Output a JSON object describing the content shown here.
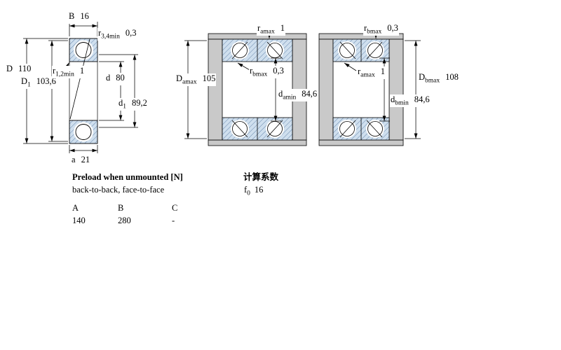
{
  "colors": {
    "bearing_fill": "#cfdfee",
    "hatch_line": "#5d7ea6",
    "housing_grey": "#c9c9c9",
    "outline": "#000000"
  },
  "diagram_left": {
    "B": {
      "sym": "B",
      "sub": "",
      "val": "16"
    },
    "r34": {
      "sym": "r",
      "sub": "3,4min",
      "val": "0,3"
    },
    "D": {
      "sym": "D",
      "sub": "",
      "val": "110"
    },
    "D1": {
      "sym": "D",
      "sub": "1",
      "val": "103,6"
    },
    "r12": {
      "sym": "r",
      "sub": "1,2min",
      "val": "1"
    },
    "d": {
      "sym": "d",
      "sub": "",
      "val": "80"
    },
    "d1": {
      "sym": "d",
      "sub": "1",
      "val": "89,2"
    },
    "a": {
      "sym": "a",
      "sub": "",
      "val": "21"
    }
  },
  "diagram_mid": {
    "ramax": {
      "sym": "r",
      "sub": "amax",
      "val": "1"
    },
    "Damax": {
      "sym": "D",
      "sub": "amax",
      "val": "105"
    },
    "rbmax": {
      "sym": "r",
      "sub": "bmax",
      "val": "0,3"
    },
    "damin": {
      "sym": "d",
      "sub": "amin",
      "val": "84,6"
    }
  },
  "diagram_right": {
    "rbmax": {
      "sym": "r",
      "sub": "bmax",
      "val": "0,3"
    },
    "ramax": {
      "sym": "r",
      "sub": "amax",
      "val": "1"
    },
    "Dbmax": {
      "sym": "D",
      "sub": "bmax",
      "val": "108"
    },
    "dbmin": {
      "sym": "d",
      "sub": "bmin",
      "val": "84,6"
    }
  },
  "preload": {
    "title": "Preload when unmounted [N]",
    "subtitle": "back-to-back, face-to-face",
    "headers": [
      "A",
      "B",
      "C"
    ],
    "values": [
      "140",
      "280",
      "-"
    ]
  },
  "calculation": {
    "title": "计算系数",
    "f0_sym": "f",
    "f0_sub": "0",
    "f0_val": "16"
  }
}
